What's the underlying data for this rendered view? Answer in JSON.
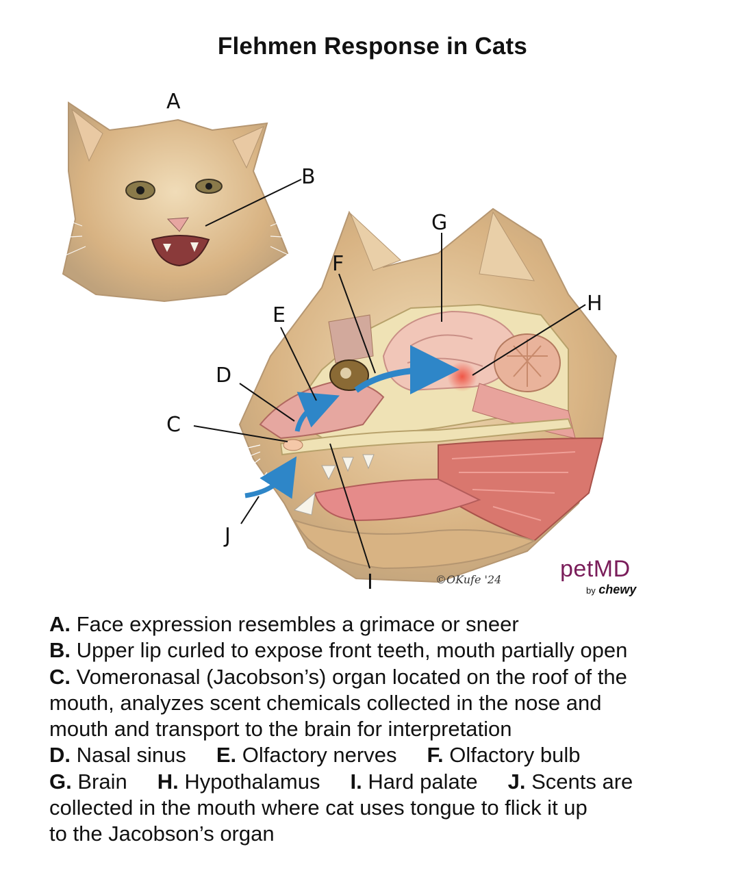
{
  "title": "Flehmen Response in Cats",
  "labels": [
    "A",
    "B",
    "C",
    "D",
    "E",
    "F",
    "G",
    "H",
    "I",
    "J"
  ],
  "logo": {
    "brand": "petMD",
    "by": "by",
    "partner": "chewy"
  },
  "signature": "©OKufe '24",
  "legend": {
    "a": {
      "key": "A.",
      "text": " Face expression resembles a grimace or sneer"
    },
    "b": {
      "key": "B.",
      "text": " Upper lip curled to expose front teeth, mouth partially open"
    },
    "c": {
      "key": "C.",
      "text": " Vomeronasal (Jacobson’s) organ located on the roof of the"
    },
    "c2": "mouth, analyzes scent chemicals collected in the nose and",
    "c3": "mouth and transport to the brain for interpretation",
    "d": {
      "key": "D.",
      "text": " Nasal sinus"
    },
    "e": {
      "key": "E.",
      "text": " Olfactory nerves"
    },
    "f": {
      "key": "F.",
      "text": " Olfactory bulb"
    },
    "g": {
      "key": "G.",
      "text": " Brain"
    },
    "h": {
      "key": "H.",
      "text": " Hypothalamus"
    },
    "i": {
      "key": "I.",
      "text": " Hard palate"
    },
    "j": {
      "key": "J.",
      "text": " Scents are"
    },
    "j2": "collected in the mouth where cat uses tongue to flick it up",
    "j3": "to the Jacobson’s organ"
  },
  "colors": {
    "brand": "#7a1d5a",
    "arrow": "#2e86c8",
    "fur": "#d9b98a",
    "tissue": "#e8a39c",
    "bone": "#efe2b5"
  }
}
